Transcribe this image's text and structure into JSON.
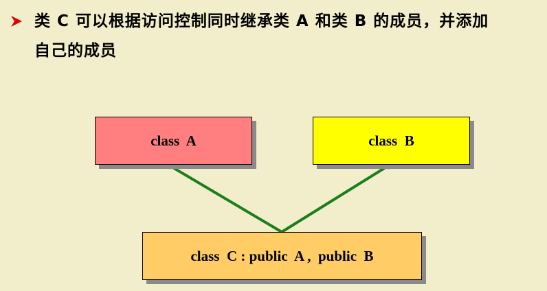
{
  "bullet": {
    "line1": "类 C 可以根据访问控制同时继承类 A 和类 B 的成员，并添加",
    "line2": "自己的成员"
  },
  "diagram": {
    "class_a": {
      "label": "class  A"
    },
    "class_b": {
      "label": "class  B"
    },
    "class_c": {
      "label": "class  C : public  A ,  public  B"
    }
  },
  "colors": {
    "background": "#f2eecb",
    "class_a_fill": "#ff7f80",
    "class_b_fill": "#ffff00",
    "class_c_fill": "#ffcc66",
    "arrow": "#1a7f1a",
    "bullet_arrow": "#e00000"
  }
}
